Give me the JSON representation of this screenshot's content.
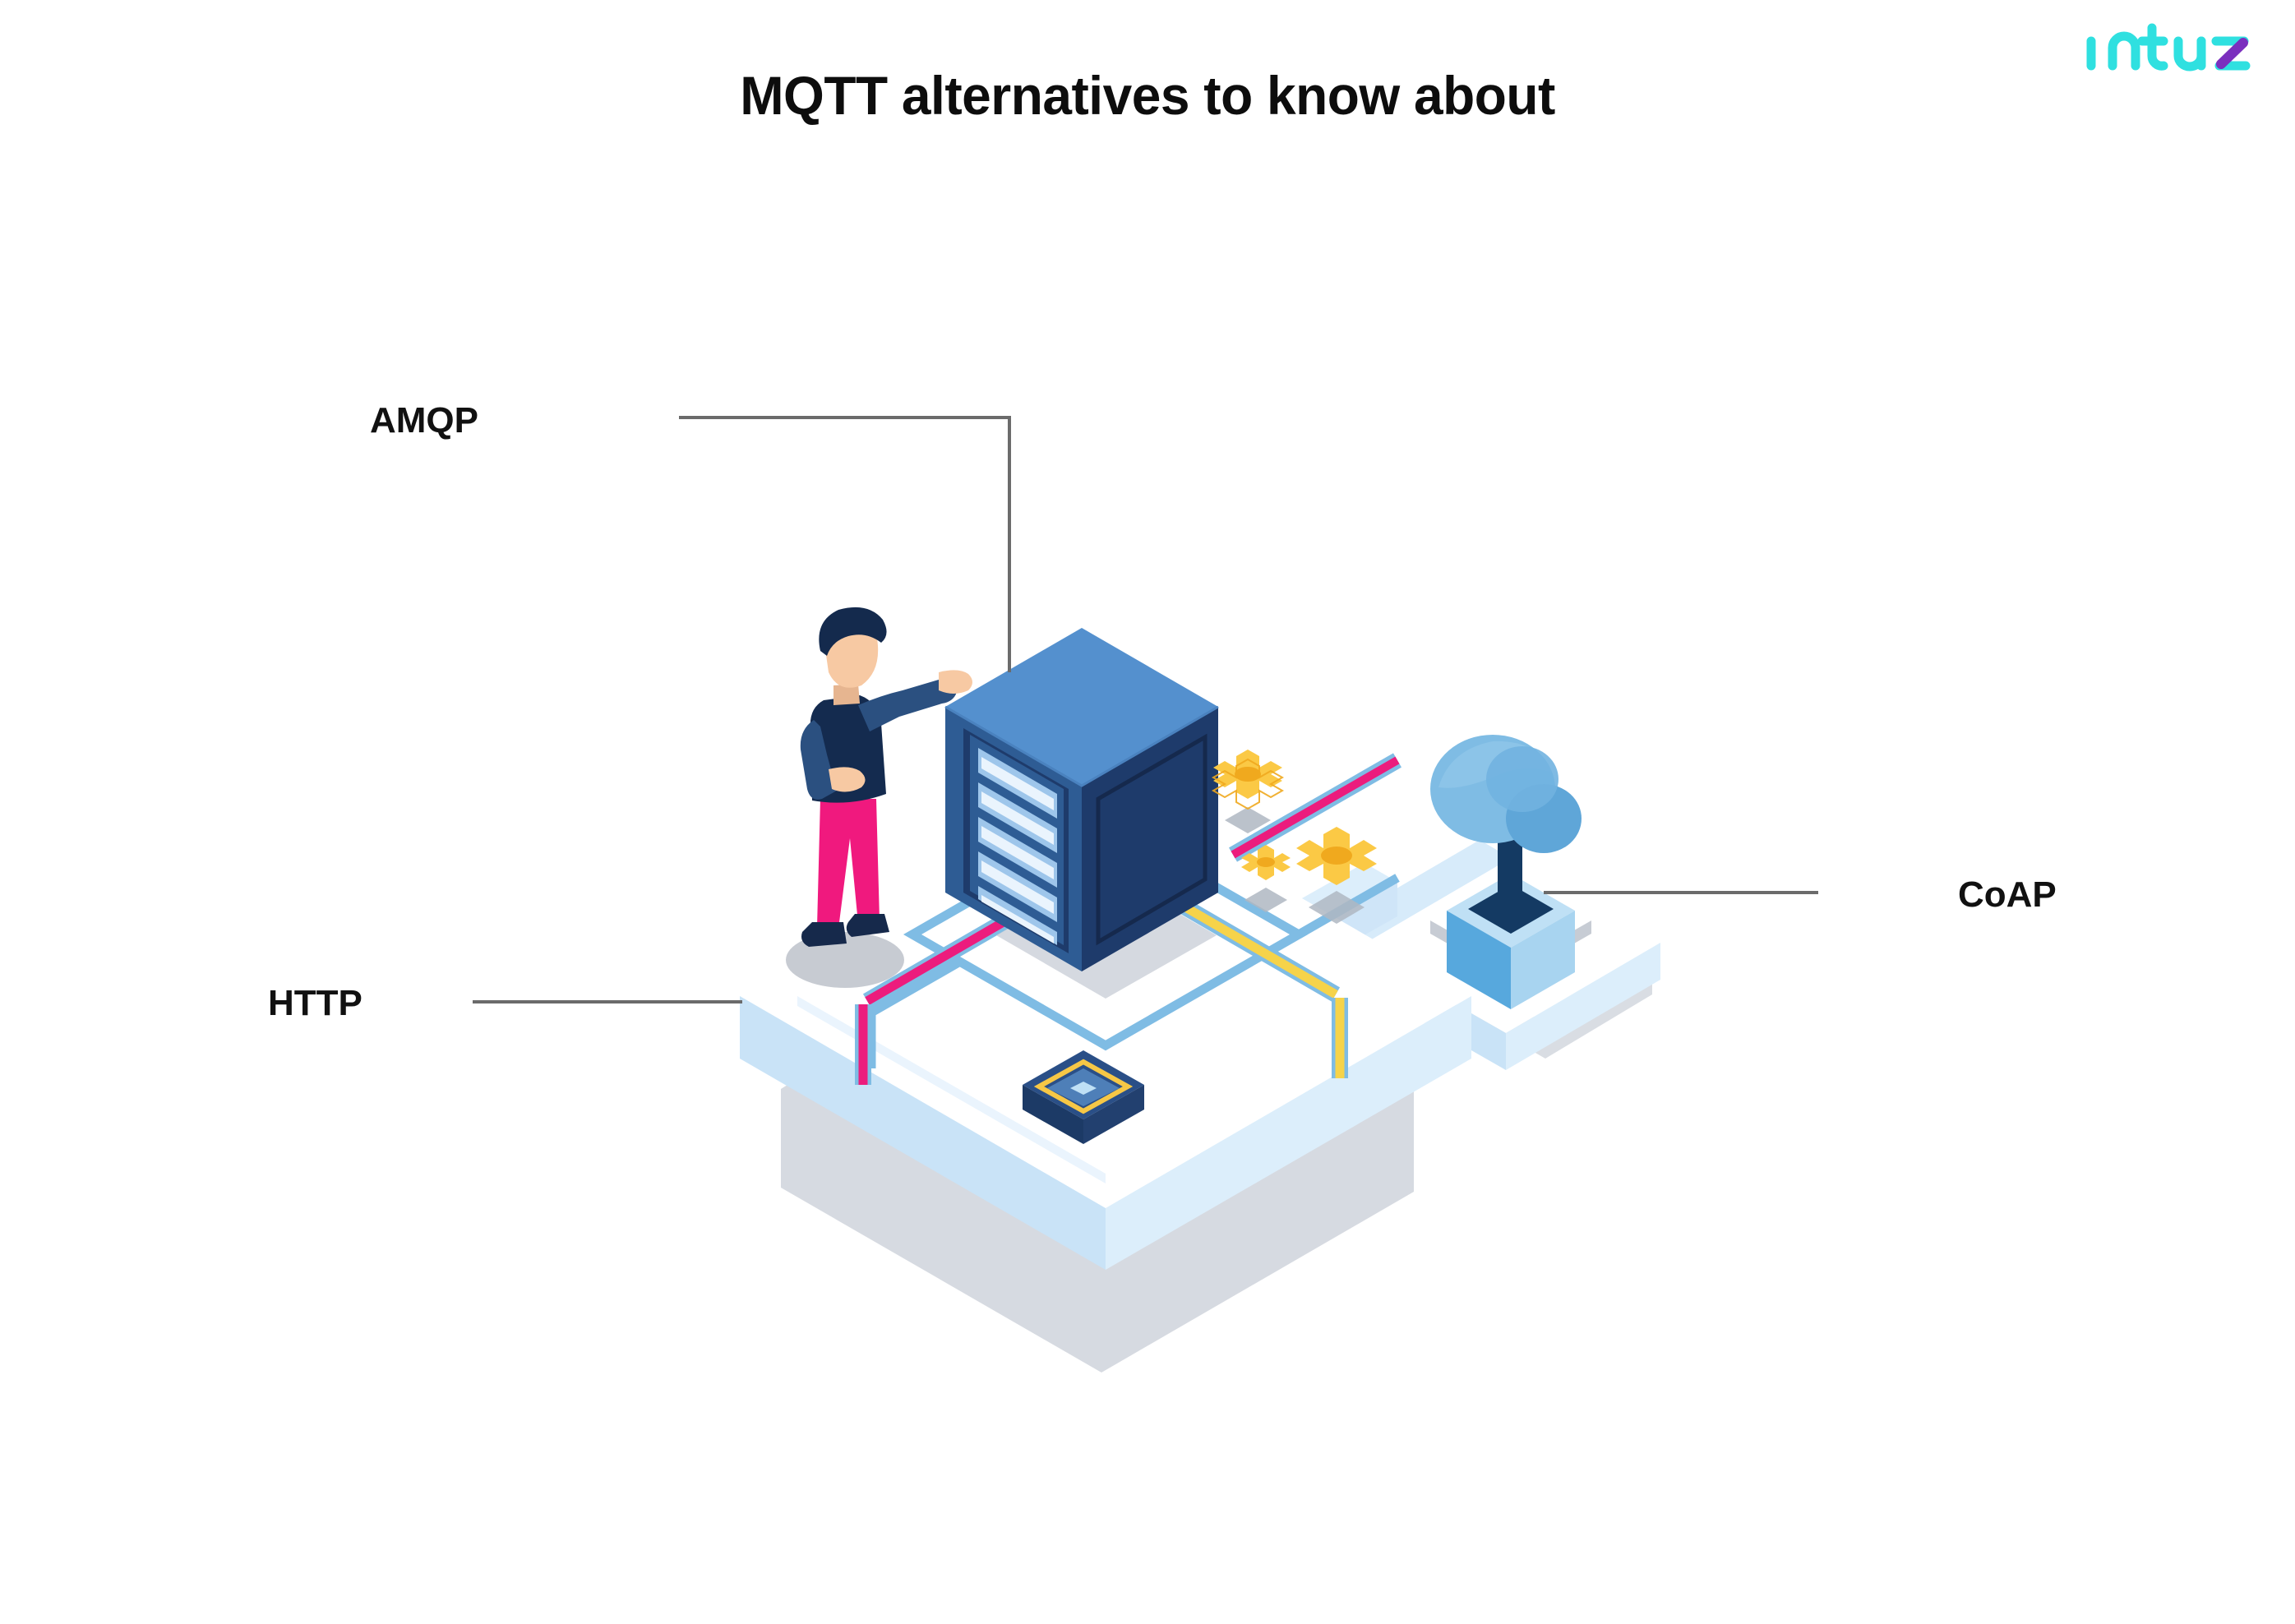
{
  "page": {
    "title": "MQTT alternatives to know about",
    "background_color": "#ffffff"
  },
  "brand": {
    "logo_text": "intuz",
    "logo_name": "intuz-logo",
    "logo_primary_color": "#2FE0E0",
    "logo_accent_color": "#7B2FBE"
  },
  "callouts": [
    {
      "id": "amqp",
      "label": "AMQP",
      "name": "callout-label-amqp",
      "leader_shape": "elbow-down",
      "leader_color": "#6b6b6b"
    },
    {
      "id": "http",
      "label": "HTTP",
      "name": "callout-label-http",
      "leader_shape": "horizontal",
      "leader_color": "#6b6b6b"
    },
    {
      "id": "coap",
      "label": "CoAP",
      "name": "callout-label-coap",
      "leader_shape": "horizontal",
      "leader_color": "#6b6b6b"
    }
  ],
  "illustration": {
    "name": "iot-server-isometric-illustration",
    "elements": [
      "server-rack",
      "technician-person",
      "gears",
      "tree-planter",
      "microchip",
      "circuit-traces",
      "isometric-platform"
    ],
    "colors": {
      "server_top": "#5490CE",
      "server_left": "#2E5C94",
      "server_right": "#1E3B6B",
      "server_outline": "#15294D",
      "slot_light": "#EAF4FD",
      "slot_mid": "#9EC6EB",
      "platform_top": "#FFFFFF",
      "platform_side": "#C9E3F7",
      "platform_shadow": "#CFD4DC",
      "trace_blue": "#7FBCE4",
      "trace_pink": "#EC1C7D",
      "trace_yellow": "#F6D34A",
      "gear_face": "#FBC945",
      "gear_side": "#F0A91E",
      "gear_shadow": "#AFB7C2",
      "tree_leaf_light": "#7FBCE4",
      "tree_leaf_dark": "#5FA6D8",
      "tree_trunk": "#143A63",
      "planter_top": "#BFE0F5",
      "planter_left": "#57A8DD",
      "planter_right": "#A8D4F0",
      "person_hair": "#142A4D",
      "person_skin": "#F7C9A3",
      "person_sweater": "#142B4F",
      "person_sleeve": "#2B5080",
      "person_pants": "#F0197E",
      "person_shoes": "#16294B",
      "person_shadow": "#C7CBD2",
      "chip_body": "#2A4F87",
      "chip_dark": "#1C3A66",
      "chip_ring": "#F6C746",
      "chip_center": "#BFE0F5"
    }
  }
}
